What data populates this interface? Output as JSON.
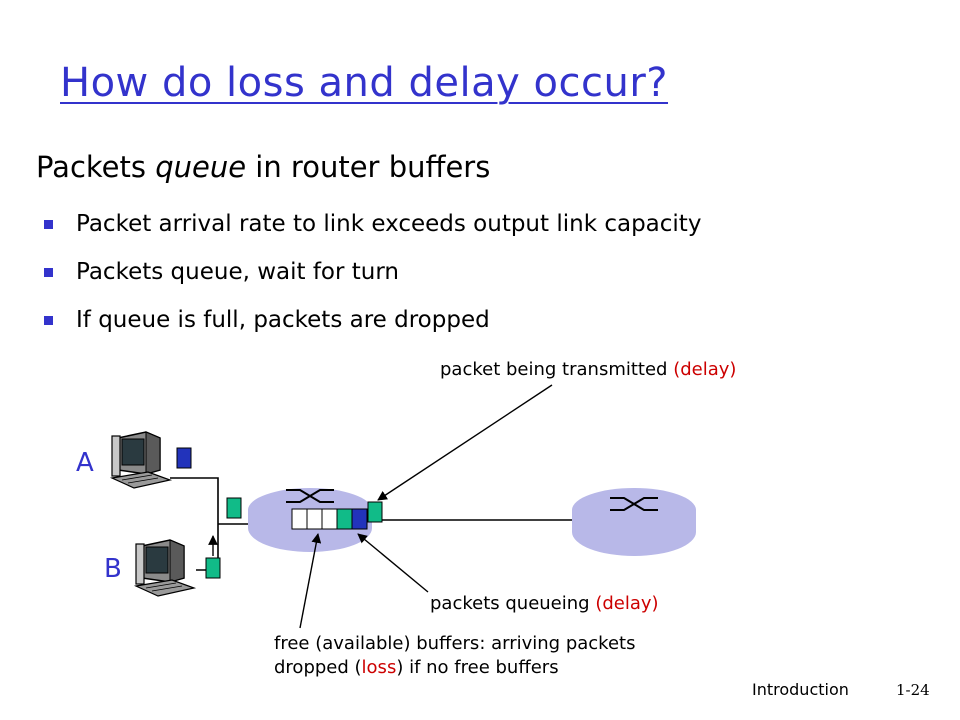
{
  "slide": {
    "title": "How do loss and delay occur?",
    "subtitle": {
      "before": "Packets ",
      "emphasis": "queue",
      "after": " in router buffers"
    },
    "bullets": [
      "Packet arrival rate to link exceeds output link capacity",
      "Packets queue, wait for turn",
      "If queue is full, packets are dropped"
    ]
  },
  "diagram": {
    "host_a_label": "A",
    "host_b_label": "B",
    "labels": {
      "transmitted": {
        "text": "packet being transmitted ",
        "highlight": "(delay)"
      },
      "queueing": {
        "text": "packets queueing ",
        "highlight": "(delay)"
      },
      "free_buffers": {
        "line1": "free (available) buffers: arriving packets",
        "line2_before": "dropped (",
        "line2_highlight": "loss",
        "line2_after": ") if no free buffers"
      }
    },
    "colors": {
      "accent": "#3333cc",
      "highlight": "#cc0000",
      "router": "#b8b8e8",
      "packet_blue": "#2233bb",
      "packet_green": "#11bb88"
    }
  },
  "footer": {
    "section": "Introduction",
    "page": "1-24"
  }
}
